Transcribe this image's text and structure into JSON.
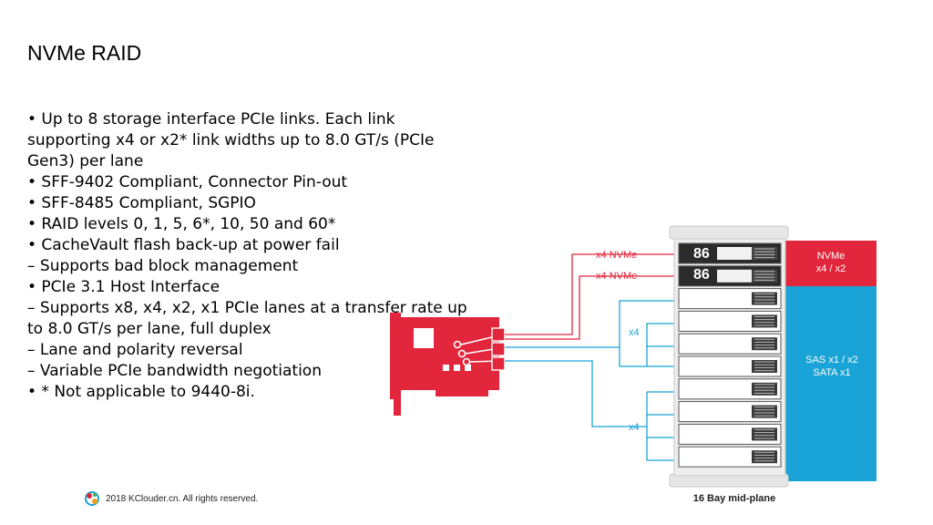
{
  "slide": {
    "title": "NVMe RAID"
  },
  "bullets": [
    "• Up to 8 storage interface PCIe links. Each link supporting x4 or x2* link widths up to 8.0 GT/s (PCIe Gen3) per lane",
    "• SFF-9402 Compliant, Connector Pin-out",
    "• SFF-8485 Compliant, SGPIO",
    "• RAID levels 0, 1, 5, 6*, 10, 50 and 60*",
    "• CacheVault flash back-up at power fail",
    "– Supports bad block management",
    "• PCIe 3.1 Host Interface",
    "– Supports x8, x4, x2, x1 PCIe lanes at a transfer rate up to 8.0 GT/s per lane, full duplex",
    "– Lane and polarity reversal",
    "– Variable PCIe bandwidth negotiation",
    "• * Not applicable to 9440-8i."
  ],
  "diagram": {
    "nvme_link_1": "x4 NVMe",
    "nvme_link_2": "x4 NVMe",
    "sas_link_1": "x4",
    "sas_link_2": "x4",
    "nvme_box_line1": "NVMe",
    "nvme_box_line2": "x4 / x2",
    "sas_box_line1": "SAS x1 / x2",
    "sas_box_line2": "SATA x1",
    "caption": "16 Bay mid-plane",
    "drive_label_1": "86",
    "drive_label_2": "86",
    "colors": {
      "nvme": "#e2263b",
      "sas": "#1aa3d6",
      "card": "#e2263b"
    }
  },
  "footer": {
    "copyright": "2018 KClouder.cn.  All rights reserved."
  }
}
